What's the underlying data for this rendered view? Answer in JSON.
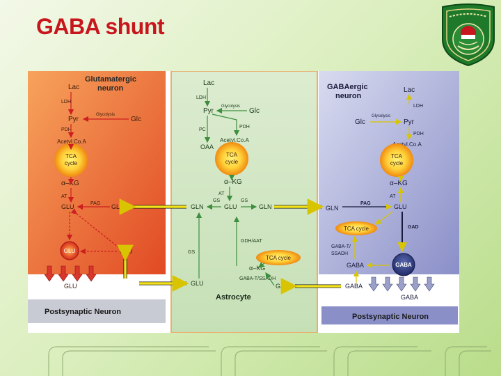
{
  "slide": {
    "title": "GABA shunt"
  },
  "glutamatergic": {
    "title_line1": "Glutamatergic",
    "title_line2": "neuron",
    "lac": "Lac",
    "ldh": "LDH",
    "pyr": "Pyr",
    "glycolysis": "Glycolysis",
    "glc": "Glc",
    "pdh": "PDH",
    "acetylcoa": "Acetyl.Co.A",
    "tca_line1": "TCA",
    "tca_line2": "cycle",
    "akg": "α–KG",
    "at": "AT",
    "pag": "PAG",
    "glu": "GLU",
    "gln": "GLN",
    "glu_vesicle": "GLU",
    "glu_right": "GLU",
    "glu_release": "GLU"
  },
  "astrocyte": {
    "title": "Astrocyte",
    "lac": "Lac",
    "ldh": "LDH",
    "pyr": "Pyr",
    "glycolysis": "Glycolysis",
    "glc": "Glc",
    "pc": "PC",
    "pdh": "PDH",
    "oaa": "OAA",
    "acetylcoa": "Acetyl.Co.A",
    "tca_line1": "TCA",
    "tca_line2": "cycle",
    "akg": "α–KG",
    "at": "AT",
    "gs_top_left": "GS",
    "gs_top_right": "GS",
    "gln_left": "GLN",
    "glu": "GLU",
    "gln_right": "GLN",
    "gs_left": "GS",
    "gdh_aat": "GDH/AAT",
    "tca_small": "TCA cycle",
    "akg_small": "α–KG",
    "gaba_t_ssadh": "GABA-T/SSADH",
    "gaba": "GABA",
    "glu_bottom": "GLU"
  },
  "gabaergic": {
    "title_line1": "GABAergic",
    "title_line2": "neuron",
    "lac": "Lac",
    "ldh": "LDH",
    "glycolysis": "Glycolysis",
    "glc": "Glc",
    "pyr": "Pyr",
    "pdh": "PDH",
    "acetylcoa": "Acetyl.Co.A",
    "tca_line1": "TCA",
    "tca_line2": "cycle",
    "akg": "α–KG",
    "at": "AT",
    "gln": "GLN",
    "pag": "PAG",
    "glu": "GLU",
    "tca_small": "TCA cycle",
    "gad": "GAD",
    "gaba_t": "GABA-T/",
    "ssadh": "SSADH",
    "gaba": "GABA",
    "gaba_vesicle": "GABA",
    "gaba_release": "GABA",
    "gaba_post": "GABA"
  },
  "postsynaptic_left": "Postsynaptic Neuron",
  "postsynaptic_right": "Postsynaptic Neuron",
  "colors": {
    "title": "#c8161d",
    "glu_panel_start": "#f7a35c",
    "glu_panel_end": "#e14a24",
    "astro_panel": "#cfe6c0",
    "gaba_panel_start": "#c9cde8",
    "gaba_panel_end": "#8a8fc8",
    "tca_core": "#ffe24a",
    "tca_edge": "#f08a10",
    "red_arrow": "#cc1f1f",
    "green_arrow": "#3e8e3e",
    "yellow_arrow": "#f2e21a"
  }
}
